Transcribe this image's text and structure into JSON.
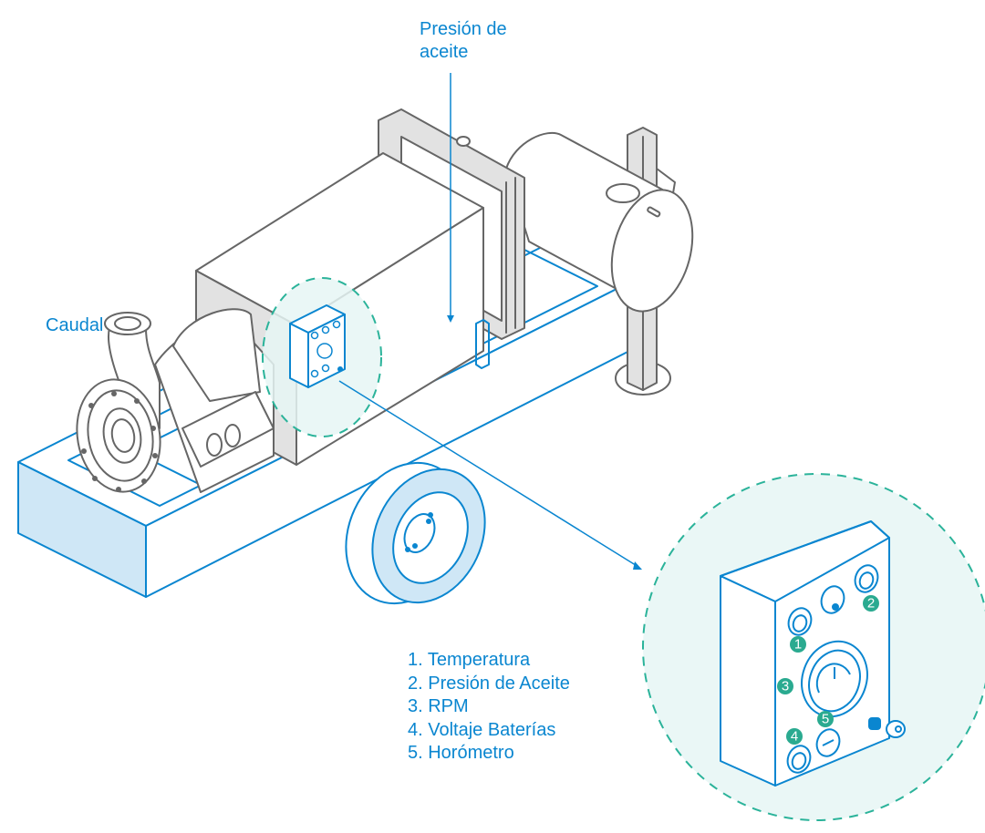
{
  "title": "Panel de control de motobomba",
  "labels": {
    "oil_pressure_callout": [
      "Presión de",
      "aceite"
    ],
    "flow_callout": "Caudal"
  },
  "legend": [
    {
      "number": "1",
      "text": "1. Temperatura"
    },
    {
      "number": "2",
      "text": "2. Presión de Aceite"
    },
    {
      "number": "3",
      "text": "3. RPM"
    },
    {
      "number": "4",
      "text": "4. Voltaje Baterías"
    },
    {
      "number": "5",
      "text": "5. Horómetro"
    }
  ],
  "badges": [
    "1",
    "2",
    "3",
    "4",
    "5"
  ],
  "colors": {
    "accent_blue": "#0a86d0",
    "teal": "#2aaa90",
    "highlight_fill": "#e6f6f5",
    "outline_gray": "#666666",
    "panel_gray": "#e2e2e2",
    "frame_fill": "#cfe7f6"
  }
}
